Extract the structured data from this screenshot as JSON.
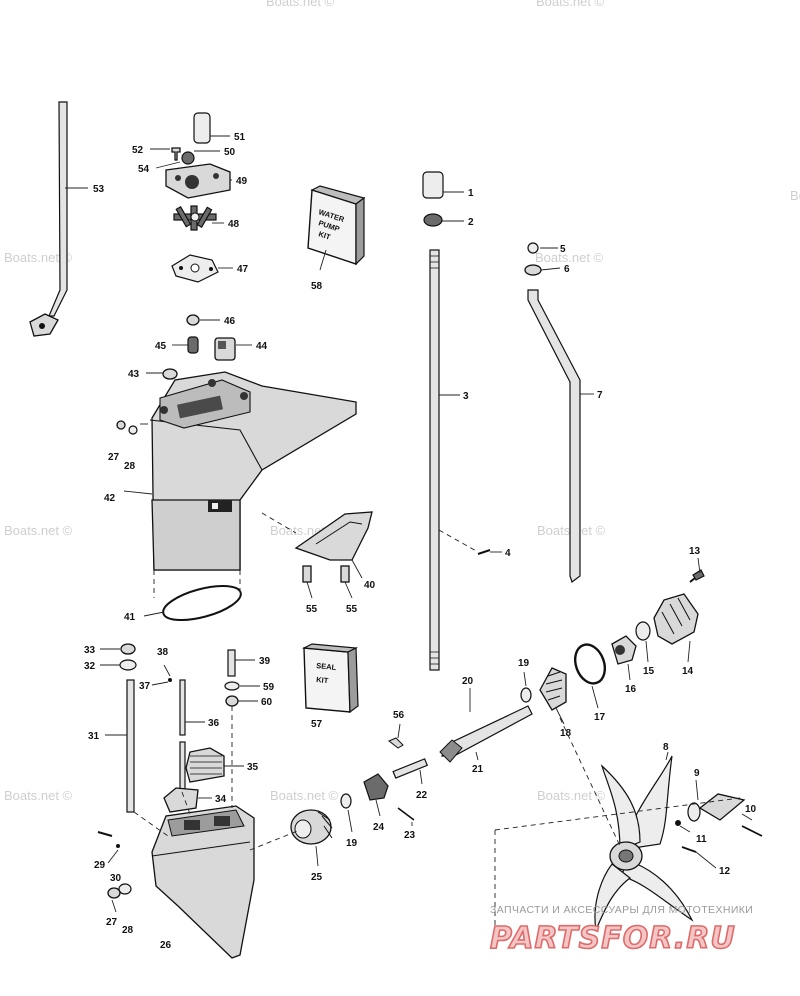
{
  "diagram": {
    "callouts": [
      {
        "id": "1",
        "label": "1"
      },
      {
        "id": "2",
        "label": "2"
      },
      {
        "id": "3",
        "label": "3"
      },
      {
        "id": "4",
        "label": "4"
      },
      {
        "id": "5",
        "label": "5"
      },
      {
        "id": "6",
        "label": "6"
      },
      {
        "id": "7",
        "label": "7"
      },
      {
        "id": "8",
        "label": "8"
      },
      {
        "id": "9",
        "label": "9"
      },
      {
        "id": "10",
        "label": "10"
      },
      {
        "id": "11",
        "label": "11"
      },
      {
        "id": "12",
        "label": "12"
      },
      {
        "id": "13",
        "label": "13"
      },
      {
        "id": "14",
        "label": "14"
      },
      {
        "id": "15",
        "label": "15"
      },
      {
        "id": "16",
        "label": "16"
      },
      {
        "id": "17",
        "label": "17"
      },
      {
        "id": "18",
        "label": "18"
      },
      {
        "id": "19a",
        "label": "19"
      },
      {
        "id": "19b",
        "label": "19"
      },
      {
        "id": "20",
        "label": "20"
      },
      {
        "id": "21",
        "label": "21"
      },
      {
        "id": "22",
        "label": "22"
      },
      {
        "id": "23",
        "label": "23"
      },
      {
        "id": "24",
        "label": "24"
      },
      {
        "id": "25",
        "label": "25"
      },
      {
        "id": "26",
        "label": "26"
      },
      {
        "id": "27a",
        "label": "27"
      },
      {
        "id": "28a",
        "label": "28"
      },
      {
        "id": "27b",
        "label": "27"
      },
      {
        "id": "28b",
        "label": "28"
      },
      {
        "id": "29",
        "label": "29"
      },
      {
        "id": "30",
        "label": "30"
      },
      {
        "id": "31",
        "label": "31"
      },
      {
        "id": "32",
        "label": "32"
      },
      {
        "id": "33",
        "label": "33"
      },
      {
        "id": "34",
        "label": "34"
      },
      {
        "id": "35",
        "label": "35"
      },
      {
        "id": "36",
        "label": "36"
      },
      {
        "id": "37",
        "label": "37"
      },
      {
        "id": "38",
        "label": "38"
      },
      {
        "id": "39",
        "label": "39"
      },
      {
        "id": "40",
        "label": "40"
      },
      {
        "id": "41",
        "label": "41"
      },
      {
        "id": "42",
        "label": "42"
      },
      {
        "id": "43",
        "label": "43"
      },
      {
        "id": "44",
        "label": "44"
      },
      {
        "id": "45",
        "label": "45"
      },
      {
        "id": "46",
        "label": "46"
      },
      {
        "id": "47",
        "label": "47"
      },
      {
        "id": "48",
        "label": "48"
      },
      {
        "id": "49",
        "label": "49"
      },
      {
        "id": "50",
        "label": "50"
      },
      {
        "id": "51",
        "label": "51"
      },
      {
        "id": "52",
        "label": "52"
      },
      {
        "id": "53",
        "label": "53"
      },
      {
        "id": "54",
        "label": "54"
      },
      {
        "id": "55a",
        "label": "55"
      },
      {
        "id": "55b",
        "label": "55"
      },
      {
        "id": "56",
        "label": "56"
      },
      {
        "id": "57",
        "label": "57"
      },
      {
        "id": "58",
        "label": "58"
      },
      {
        "id": "59",
        "label": "59"
      },
      {
        "id": "60",
        "label": "60"
      }
    ],
    "water_pump_kit": {
      "line1": "WATER",
      "line2": "PUMP",
      "line3": "KIT"
    },
    "seal_kit": {
      "line1": "SEAL",
      "line2": "KIT"
    }
  },
  "watermark": "Boats.net ©",
  "footer": {
    "tagline": "ЗАПЧАСТИ И АКСЕССУАРЫ ДЛЯ МОТОТЕХНИКИ",
    "logo": "PARTSFOR.RU"
  }
}
